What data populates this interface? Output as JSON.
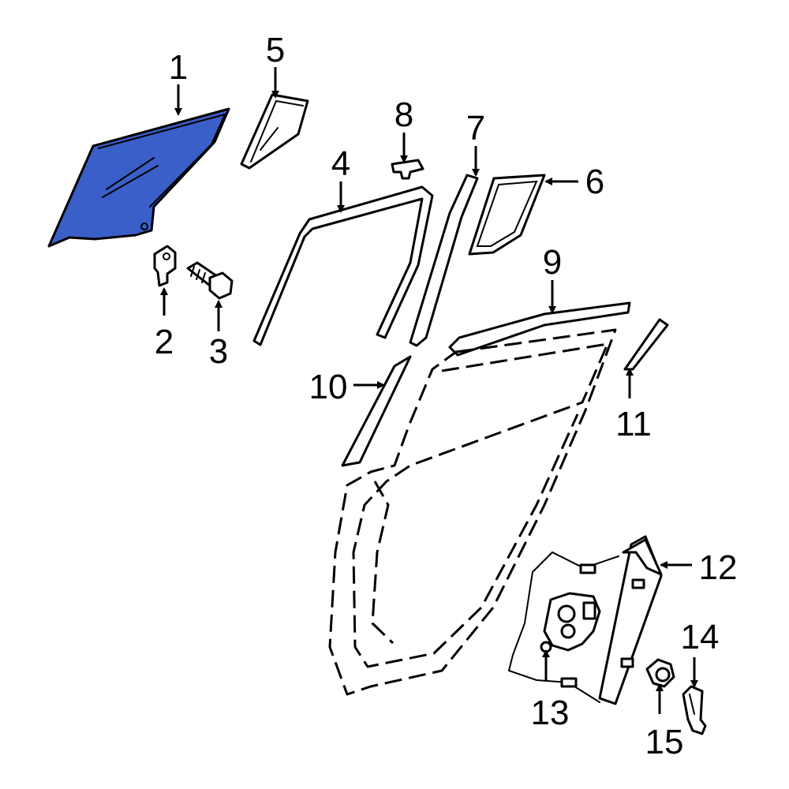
{
  "diagram": {
    "highlight_color": "#3a5fc8",
    "line_color": "#000000",
    "background": "#ffffff",
    "callouts": [
      "1",
      "2",
      "3",
      "4",
      "5",
      "6",
      "7",
      "8",
      "9",
      "10",
      "11",
      "12",
      "13",
      "14",
      "15"
    ]
  }
}
